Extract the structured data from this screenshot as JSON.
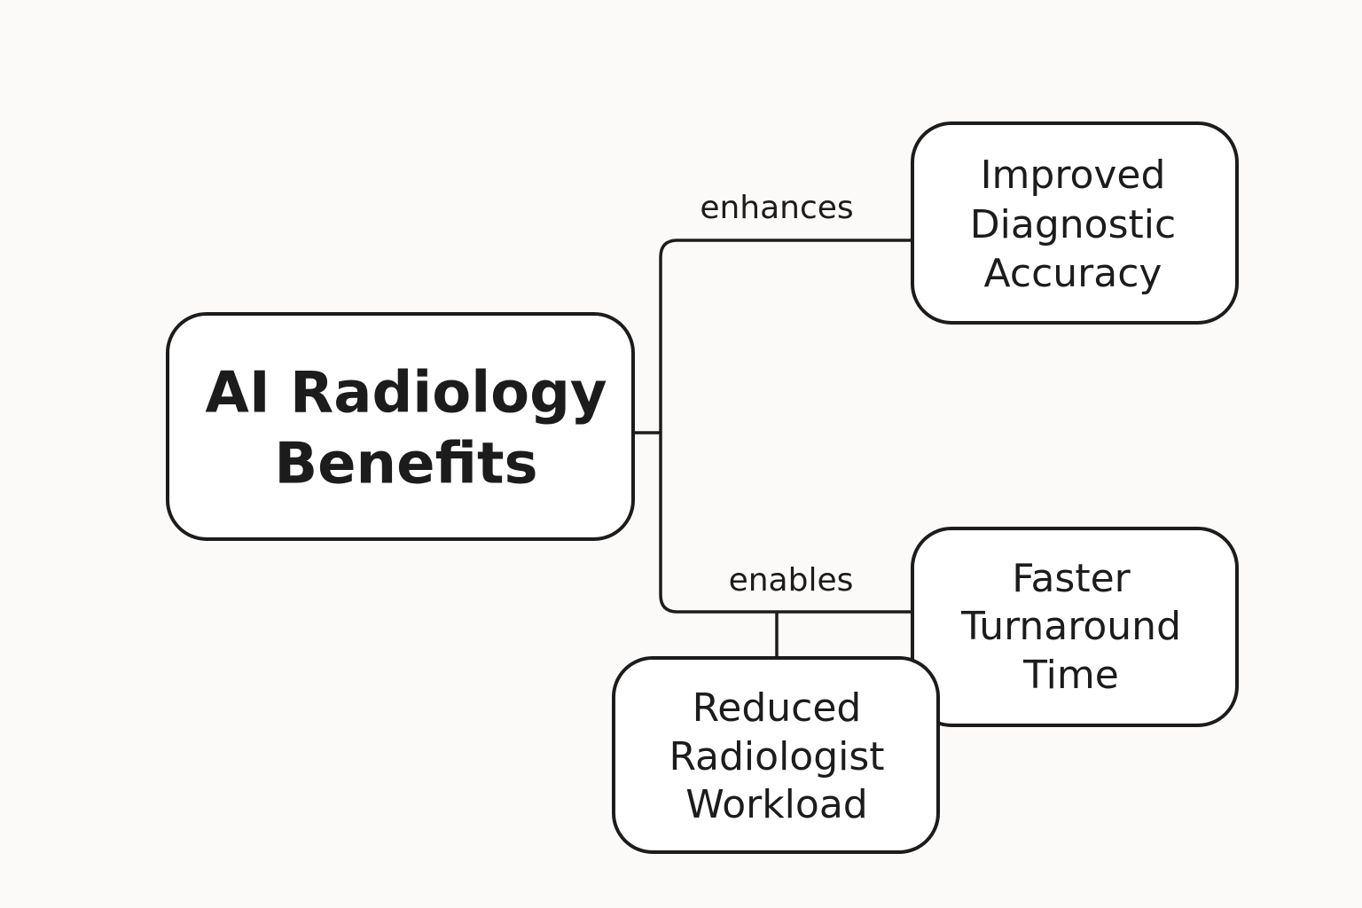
{
  "diagram": {
    "nodes": {
      "root": {
        "lines": [
          "AI Radiology",
          "Benefits"
        ]
      },
      "accuracy": {
        "lines": [
          "Improved",
          "Diagnostic",
          "Accuracy"
        ]
      },
      "turnaround": {
        "lines": [
          "Faster",
          "Turnaround",
          "Time"
        ]
      },
      "workload": {
        "lines": [
          "Reduced",
          "Radiologist",
          "Workload"
        ]
      }
    },
    "edges": {
      "enhances": {
        "label": "enhances",
        "from": "root",
        "to": "accuracy"
      },
      "enables": {
        "label": "enables",
        "from": "root",
        "to": "turnaround"
      }
    }
  }
}
